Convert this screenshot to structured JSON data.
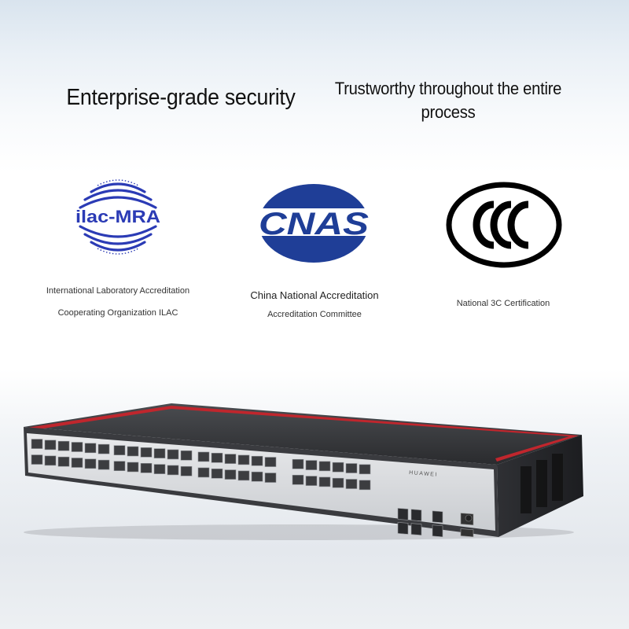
{
  "headlines": {
    "left": "Enterprise-grade security",
    "right": "Trustworthy throughout the entire process"
  },
  "certifications": [
    {
      "logo_text": "ilac-MRA",
      "logo_icon": "ilac-mra-logo",
      "caption_lines": [
        "International Laboratory Accreditation",
        "Cooperating Organization ILAC"
      ],
      "color": "#2b3bb5"
    },
    {
      "logo_text": "CNAS",
      "logo_icon": "cnas-logo",
      "caption_lines": [
        "China National Accreditation",
        "Accreditation Committee"
      ],
      "color": "#1f3e97"
    },
    {
      "logo_text": "",
      "logo_icon": "ccc-logo",
      "caption_lines": [
        "National 3C Certification"
      ],
      "color": "#000000"
    }
  ],
  "product": {
    "icon": "network-switch-image",
    "brand": "HUAWEI",
    "accent_color": "#c0262d"
  }
}
